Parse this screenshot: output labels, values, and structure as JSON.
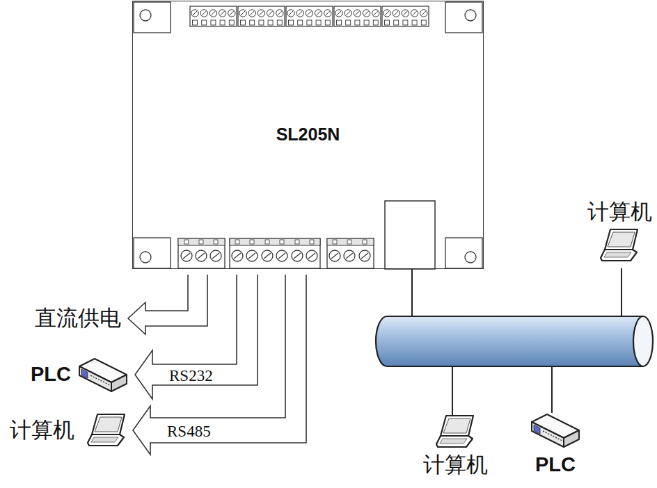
{
  "diagram": {
    "nodes": [
      {
        "text": [
          "SL205N"
        ]
      },
      {
        "text": [
          "直流供电"
        ]
      },
      {
        "text": [
          "PLC"
        ]
      },
      {
        "text": [
          "计算机"
        ]
      },
      {
        "text": [
          "计算机"
        ]
      },
      {
        "text": [
          "计算机"
        ]
      },
      {
        "text": [
          "PLC"
        ]
      }
    ],
    "edges": [
      {
        "from": 0,
        "to": 1,
        "arrow": "to"
      },
      {
        "from": 0,
        "to": 2,
        "label": "RS232",
        "arrow": "to"
      },
      {
        "from": 0,
        "to": 3,
        "label": "RS485",
        "arrow": "to"
      }
    ]
  }
}
